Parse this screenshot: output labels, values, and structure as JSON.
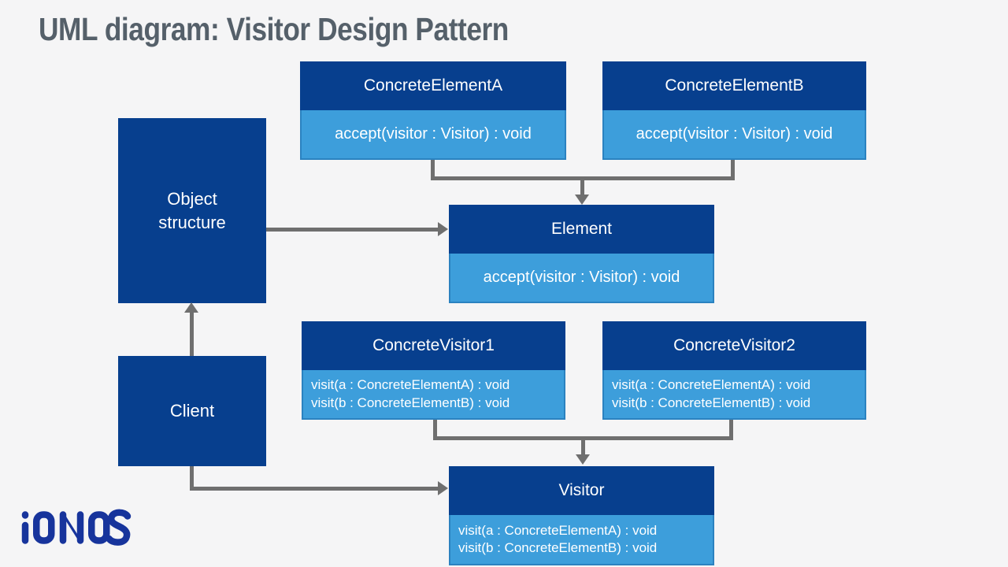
{
  "title": "UML diagram: Visitor Design Pattern",
  "logo": {
    "brand": "IONOS"
  },
  "colors": {
    "header_blue": "#073f8e",
    "body_blue": "#3d9edb",
    "body_border_blue": "#2b82c0",
    "arrow_gray": "#6f6f6f",
    "title_gray": "#55606a",
    "logo_blue": "#17349c",
    "background": "#f5f5f6",
    "text_white": "#ffffff"
  },
  "boxes": {
    "concreteElementA": {
      "name": "ConcreteElementA",
      "methods": [
        "accept(visitor : Visitor) : void"
      ]
    },
    "concreteElementB": {
      "name": "ConcreteElementB",
      "methods": [
        "accept(visitor : Visitor) : void"
      ]
    },
    "element": {
      "name": "Element",
      "methods": [
        "accept(visitor : Visitor) : void"
      ]
    },
    "concreteVisitor1": {
      "name": "ConcreteVisitor1",
      "methods": [
        "visit(a : ConcreteElementA) : void",
        "visit(b : ConcreteElementB) : void"
      ]
    },
    "concreteVisitor2": {
      "name": "ConcreteVisitor2",
      "methods": [
        "visit(a : ConcreteElementA) : void",
        "visit(b : ConcreteElementB) : void"
      ]
    },
    "visitor": {
      "name": "Visitor",
      "methods": [
        "visit(a : ConcreteElementA) : void",
        "visit(b : ConcreteElementB) : void"
      ]
    },
    "objectStructure": {
      "name": "Object structure"
    },
    "client": {
      "name": "Client"
    }
  },
  "relations": [
    "ConcreteElementA and ConcreteElementB generalize to Element",
    "ConcreteVisitor1 and ConcreteVisitor2 generalize to Visitor",
    "Object structure points to Element",
    "Client points to Object structure",
    "Client points to Visitor"
  ]
}
